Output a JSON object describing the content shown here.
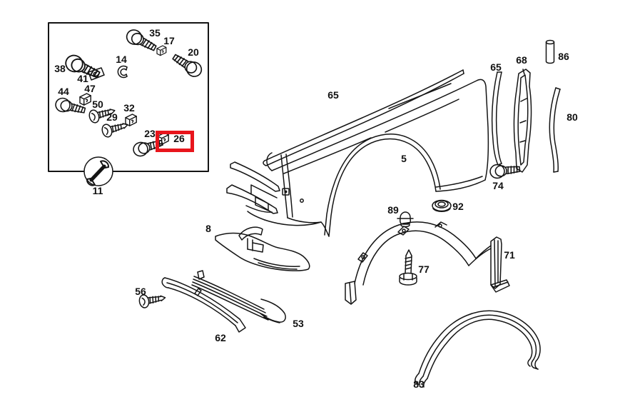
{
  "canvas": {
    "background": "#ffffff",
    "line_color": "#141414"
  },
  "highlight": {
    "part": "26",
    "color": "#e8151c"
  },
  "markings": {
    "clip_41": "c",
    "clip_17": "c"
  },
  "parts": {
    "5": "5",
    "8": "8",
    "11": "11",
    "14": "14",
    "17": "17",
    "20": "20",
    "23": "23",
    "26": "26",
    "29": "29",
    "32": "32",
    "35": "35",
    "38": "38",
    "41": "41",
    "44": "44",
    "47": "47",
    "50": "50",
    "53": "53",
    "56": "56",
    "62": "62",
    "65": "65",
    "68": "68",
    "71": "71",
    "74": "74",
    "77": "77",
    "80": "80",
    "83": "83",
    "86": "86",
    "89": "89",
    "92": "92"
  }
}
